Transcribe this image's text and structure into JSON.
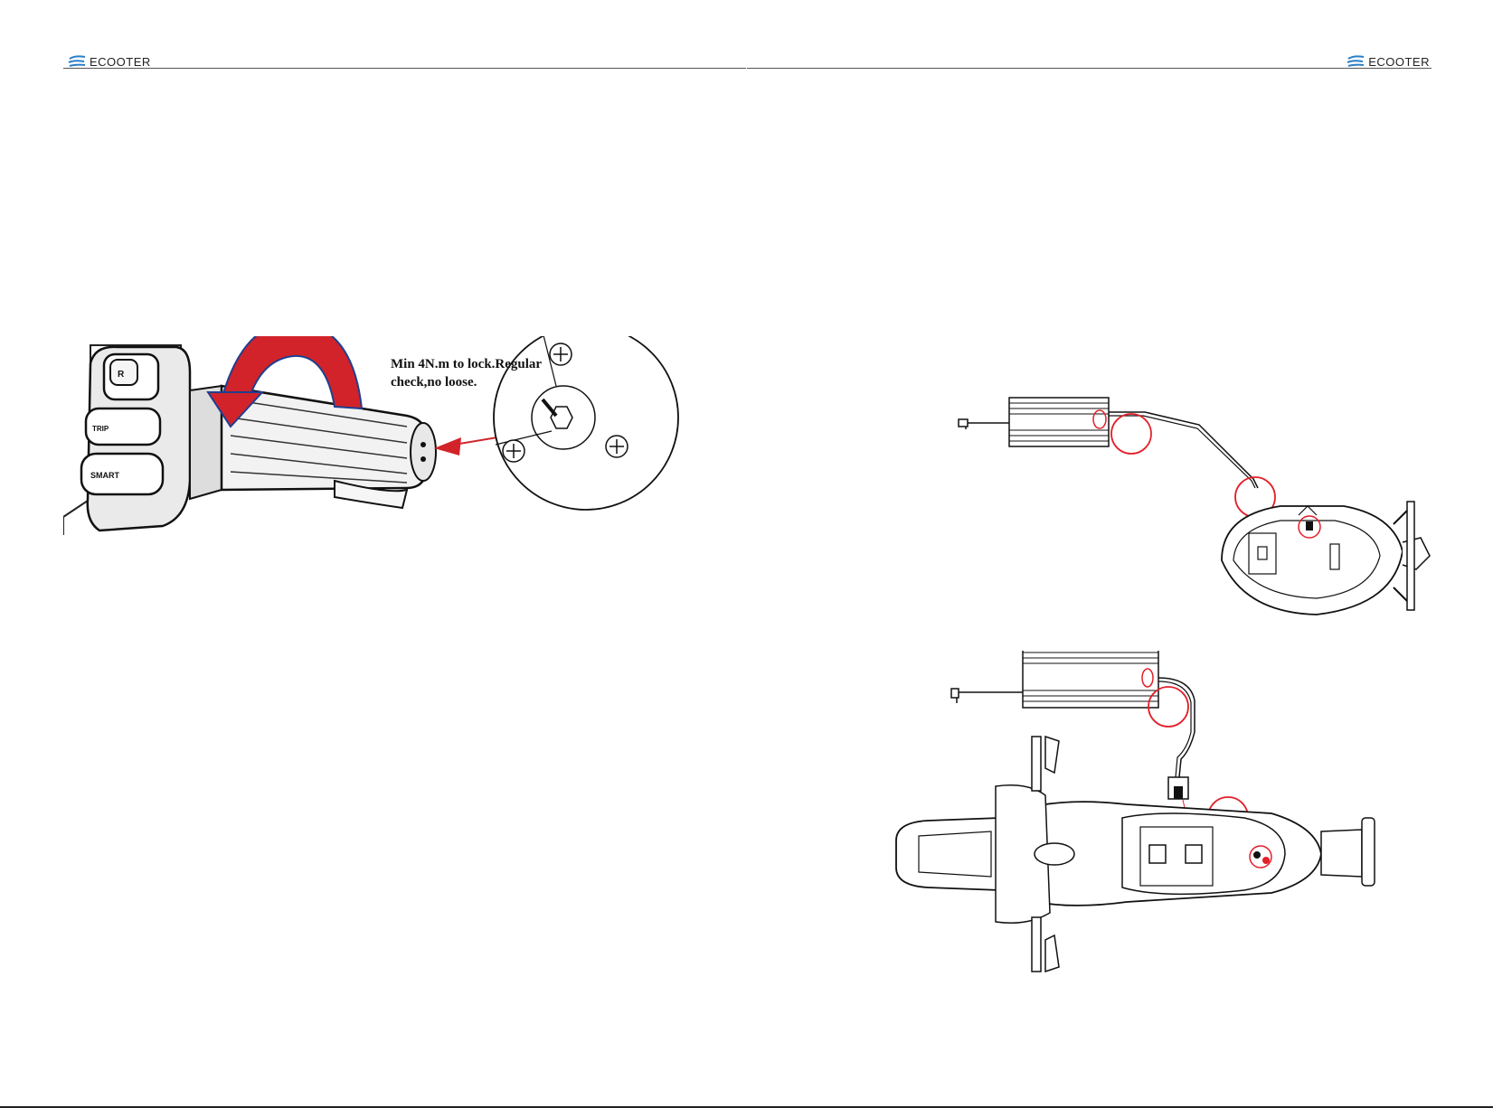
{
  "header": {
    "left_logo_text": "ECOOTER",
    "right_logo_text": "ECOOTER",
    "logo_icon": "ecooter-logo-icon"
  },
  "left_page": {
    "torque_note": "Min 4N.m to lock.Regular\ncheck,no loose.",
    "switch_labels": {
      "r_button": "R",
      "trip_button": "TRIP",
      "smart_button": "SMART"
    }
  },
  "colors": {
    "arrow_red": "#d2232a",
    "arrow_dark": "#9b1b22",
    "arrow_outline": "#1f3f8f",
    "highlight_circle": "#e3202a"
  }
}
